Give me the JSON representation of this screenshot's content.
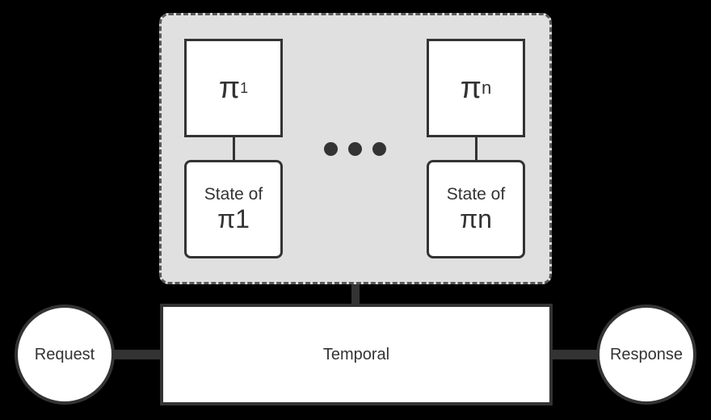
{
  "diagram": {
    "process_first": {
      "symbol": "π",
      "subscript": "1"
    },
    "process_last": {
      "symbol": "π",
      "subscript": "n"
    },
    "state_first": {
      "line1": "State of",
      "line2": "π1"
    },
    "state_last": {
      "line1": "State of",
      "line2": "πn"
    },
    "temporal_label": "Temporal",
    "request_label": "Request",
    "response_label": "Response"
  },
  "colors": {
    "background": "#000000",
    "container_fill": "#e0e0e0",
    "stroke": "#333333",
    "box_fill": "#ffffff"
  }
}
